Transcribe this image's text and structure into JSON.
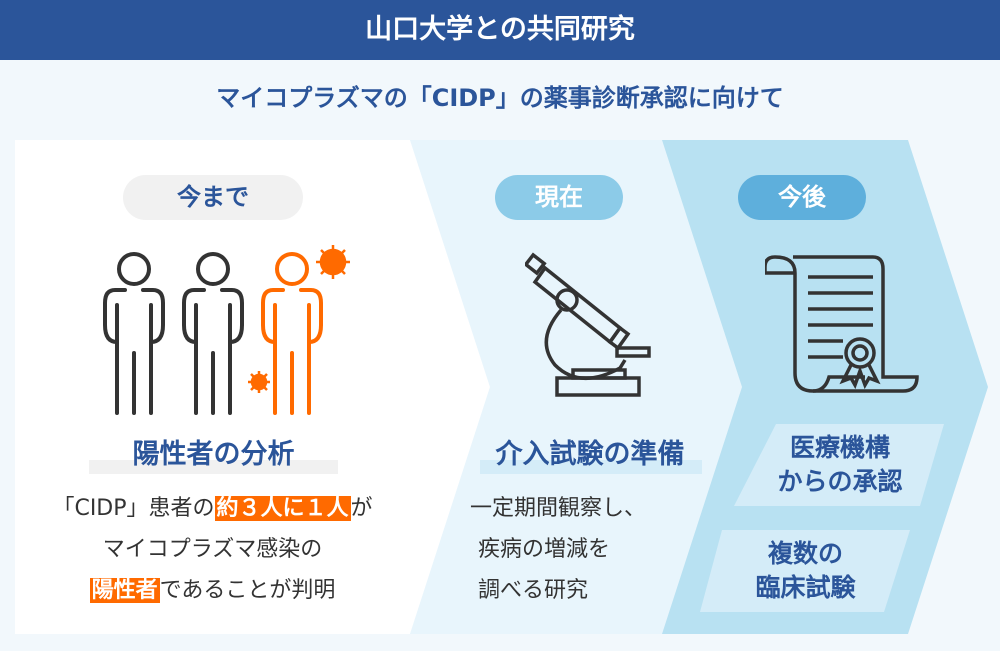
{
  "header": {
    "title": "山口大学との共同研究"
  },
  "subtitle": "マイコプラズマの「CIDP」の薬事診断承認に向けて",
  "colors": {
    "header": "#2b559a",
    "accent_orange": "#ff6a00",
    "panel_past": "#ffffff",
    "panel_present": "#e8f5fc",
    "panel_future": "#b8e1f2"
  },
  "stages": [
    {
      "label": "今まで",
      "icon": "people-virus-icon",
      "heading": "陽性者の分析",
      "desc": {
        "l1a": "「CIDP」患者の",
        "l1hl": "約３人に１人",
        "l1b": "が",
        "l2": "マイコプラズマ感染の",
        "l3hl": "陽性者",
        "l3b": "であることが判明"
      }
    },
    {
      "label": "現在",
      "icon": "microscope-icon",
      "heading": "介入試験の準備",
      "desc": {
        "l1": "一定期間観察し、",
        "l2": "疾病の増減を",
        "l3": "調べる研究"
      }
    },
    {
      "label": "今後",
      "icon": "certificate-scroll-icon",
      "boxes": [
        {
          "l1": "医療機構",
          "l2": "からの承認"
        },
        {
          "l1": "複数の",
          "l2": "臨床試験"
        }
      ]
    }
  ]
}
